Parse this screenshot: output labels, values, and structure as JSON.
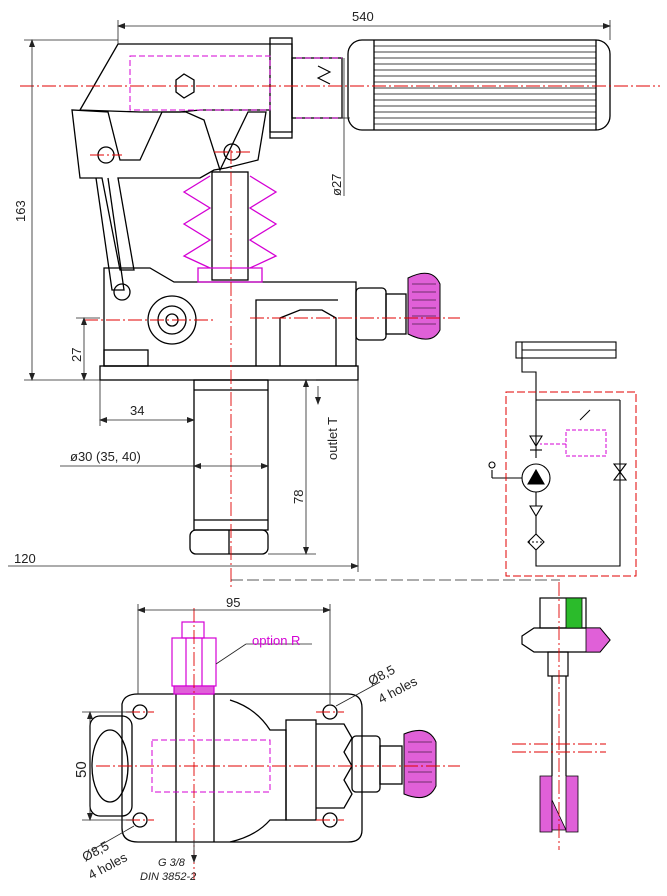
{
  "dimensions": {
    "overall_length": "540",
    "height_total": "163",
    "handle_dia": "ø27",
    "base_height": "27",
    "outlet_offset": "34",
    "cylinder_dia": "ø30 (35, 40)",
    "cylinder_length": "78",
    "outlet_label": "outlet T",
    "base_width": "120",
    "bottom_length": "95",
    "bottom_height": "50",
    "hole_top": "Ø8,5",
    "holes_top_count": "4 holes",
    "hole_bottom": "Ø8,5",
    "holes_bottom_count": "4 holes",
    "option": "option R",
    "thread": "G 3/8",
    "standard": "DIN 3852-2"
  },
  "colors": {
    "outline": "#000000",
    "center_line": "#e00000",
    "hidden_line": "#d400d4",
    "dimension": "#222222"
  }
}
